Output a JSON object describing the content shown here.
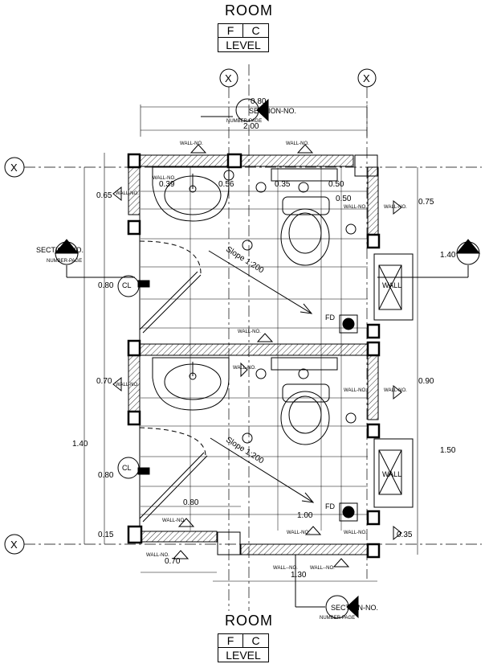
{
  "room_top": "ROOM",
  "room_bottom": "ROOM",
  "level_box": {
    "f": "F",
    "c": "C",
    "level": "LEVEL"
  },
  "grid_x_marker": "X",
  "section_no": "SECTION-NO.",
  "number_page": "NUMBER-PAGE",
  "wall_no": "WALL-NO.",
  "wall_dash_no": "WALL--NO.",
  "cl_label": "CL",
  "fd_label": "FD",
  "slope_label": "Slope 1:200",
  "wall_marks": [
    "WALL",
    "WALL"
  ],
  "dims": {
    "top_080": "0.80",
    "top_200": "2.00",
    "d039": "0.39",
    "d056": "0.56",
    "d035": "0.35",
    "d050a": "0.50",
    "d050b": "0.50",
    "d065": "0.65",
    "d075": "0.75",
    "d140r": "1.40",
    "d080a": "0.80",
    "d070": "0.70",
    "d090": "0.90",
    "d150": "1.50",
    "d140l": "1.40",
    "d080b": "0.80",
    "d080c": "0.80",
    "d100": "1.00",
    "d015": "0.15",
    "d035b": "0.35",
    "d070b": "0.70",
    "d130": "1.30"
  },
  "colors": {
    "line": "#000000",
    "hatch": "#000000"
  }
}
